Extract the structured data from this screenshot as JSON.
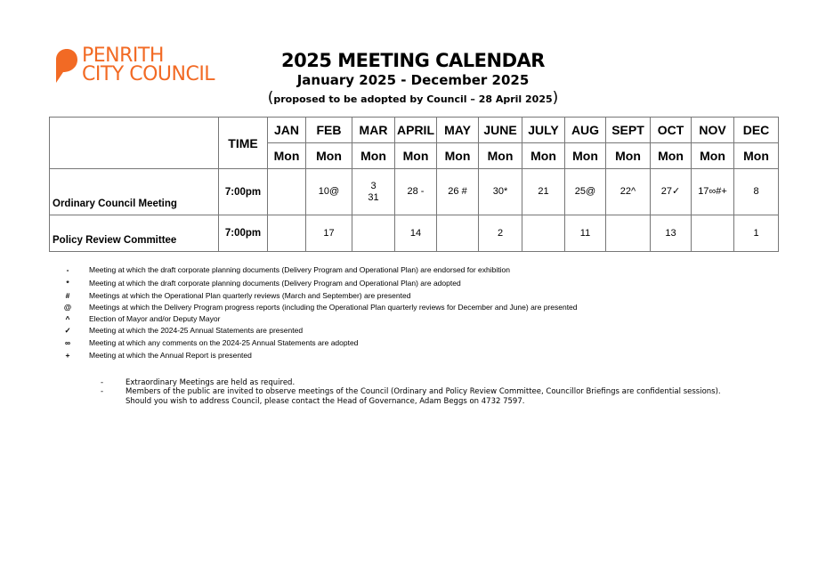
{
  "logo": {
    "line1": "PENRITH",
    "line2": "CITY COUNCIL",
    "color": "#f26a24"
  },
  "header": {
    "title": "2025 MEETING CALENDAR",
    "subtitle": "January 2025 - December 2025",
    "note_open": "(",
    "note": "proposed to be adopted by Council – 28 April 2025",
    "note_close": ")"
  },
  "table": {
    "time_header": "TIME",
    "months": [
      "JAN",
      "FEB",
      "MAR",
      "APRIL",
      "MAY",
      "JUNE",
      "JULY",
      "AUG",
      "SEPT",
      "OCT",
      "NOV",
      "DEC"
    ],
    "days": [
      "Mon",
      "Mon",
      "Mon",
      "Mon",
      "Mon",
      "Mon",
      "Mon",
      "Mon",
      "Mon",
      "Mon",
      "Mon",
      "Mon"
    ],
    "rows": [
      {
        "label": "Ordinary Council Meeting",
        "time": "7:00pm",
        "cells": [
          "",
          "10@",
          "3\n31",
          "28 -",
          "26 #",
          "30*",
          "21",
          "25@",
          "22^",
          "27✓",
          "17∞#+",
          "8"
        ]
      },
      {
        "label": "Policy Review Committee",
        "time": "7:00pm",
        "cells": [
          "",
          "17",
          "",
          "14",
          "",
          "2",
          "",
          "11",
          "",
          "13",
          "",
          "1"
        ]
      }
    ]
  },
  "legend": [
    {
      "symbol": "-",
      "text": "Meeting at which the draft corporate planning documents (Delivery Program and Operational Plan) are endorsed for exhibition"
    },
    {
      "symbol": "*",
      "text": "Meeting at which the draft corporate planning documents (Delivery Program and Operational Plan) are adopted"
    },
    {
      "symbol": "#",
      "text": "Meetings at which the Operational Plan quarterly reviews (March and September) are presented"
    },
    {
      "symbol": "@",
      "text": "Meetings at which the Delivery Program progress reports (including the Operational Plan quarterly reviews for December and June) are presented"
    },
    {
      "symbol": "^",
      "text": "Election of Mayor and/or Deputy Mayor"
    },
    {
      "symbol": "✓",
      "text": "Meeting at which the 2024-25 Annual Statements are presented"
    },
    {
      "symbol": "∞",
      "text": "Meeting at which any comments on the 2024-25 Annual Statements are adopted"
    },
    {
      "symbol": "+",
      "text": "Meeting at which the Annual Report is presented"
    }
  ],
  "notes": [
    {
      "dash": "-",
      "text": "Extraordinary Meetings are held as required."
    },
    {
      "dash": "-",
      "text": "Members of the public are invited to observe meetings of the Council (Ordinary and Policy Review Committee, Councillor Briefings are confidential sessions)."
    },
    {
      "dash": "",
      "text": "Should you wish to address Council, please contact the Head of Governance, Adam Beggs on 4732 7597."
    }
  ]
}
